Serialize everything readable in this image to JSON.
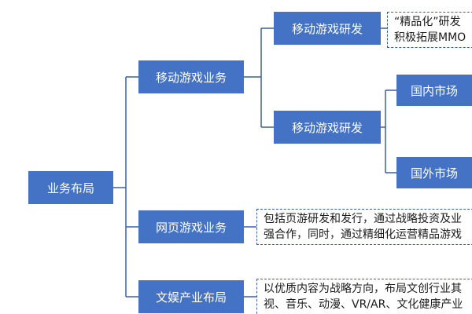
{
  "diagram": {
    "root": {
      "label": "业务布局"
    },
    "level1": {
      "mobile": {
        "label": "移动游戏业务"
      },
      "web": {
        "label": "网页游戏业务"
      },
      "culture": {
        "label": "文娱产业布局"
      }
    },
    "level2": {
      "mobile_dev_top": {
        "label": "移动游戏研发"
      },
      "mobile_dev_bottom": {
        "label": "移动游戏研发"
      }
    },
    "level3": {
      "domestic": {
        "label": "国内市场"
      },
      "overseas": {
        "label": "国外市场"
      }
    },
    "notes": {
      "top": {
        "line1": "“精品化”研发",
        "line2": "积极拓展MMO"
      },
      "web": {
        "line1": "包括页游研发和发行，通过战略投资及业",
        "line2": "强合作，同时，通过精细化运营精品游戏"
      },
      "culture": {
        "line1": "以优质内容为战略方向，布局文创行业其",
        "line2": "视、音乐、动漫、VR/AR、文化健康产业"
      }
    },
    "colors": {
      "node": "#4472c4",
      "line": "#3a5fa8",
      "note_border": "#3a5fa8"
    }
  }
}
